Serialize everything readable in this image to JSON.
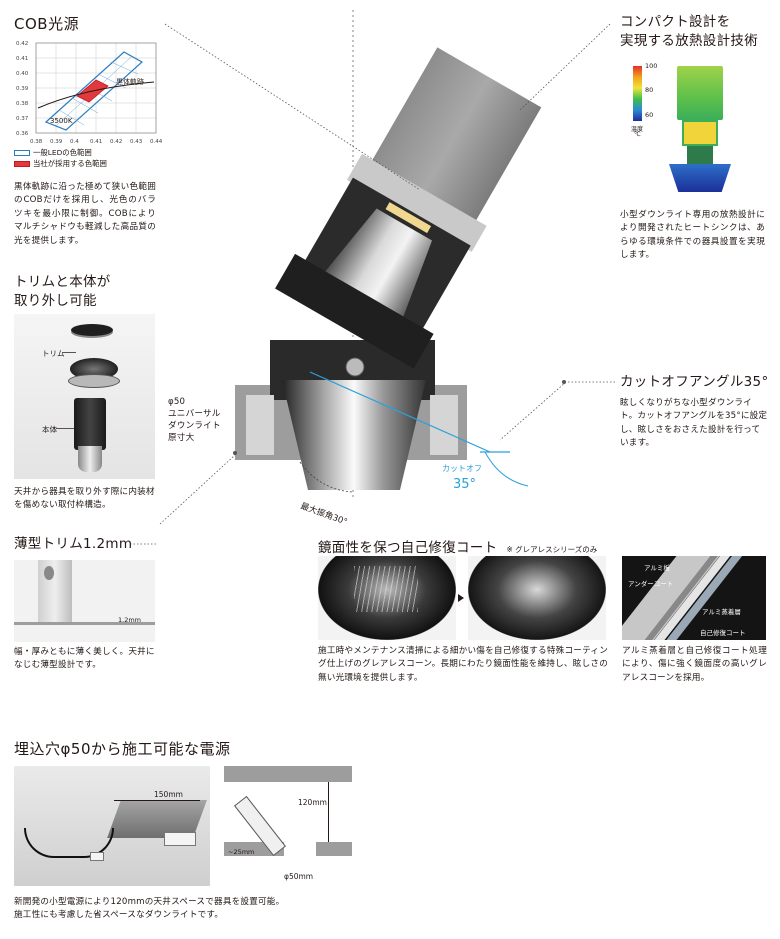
{
  "cob": {
    "title": "COB光源",
    "yaxis": [
      "0.42",
      "0.41",
      "0.40",
      "0.39",
      "0.38",
      "0.37",
      "0.36"
    ],
    "xaxis": [
      "0.38",
      "0.39",
      "0.4",
      "0.41",
      "0.42",
      "0.43",
      "0.44"
    ],
    "blackbody_label": "黒体軌跡",
    "cct_label": "3500K",
    "legend_general": "一般LEDの色範囲",
    "legend_ours": "当社が採用する色範囲",
    "body": "黒体軌跡に沿った極めて狭い色範囲のCOBだけを採用し、光色のバラツキを最小限に制御。COBによりマルチシャドウも軽減した高品質の光を提供します。"
  },
  "heatsink": {
    "title_line1": "コンパクト設計を",
    "title_line2": "実現する放熱設計技術",
    "scale": [
      "100",
      "80",
      "60"
    ],
    "temp_label1": "温度",
    "temp_label2": "℃",
    "body": "小型ダウンライト専用の放熱設計により開発されたヒートシンクは、あらゆる環境条件での器具設置を実現します。"
  },
  "trim_body": {
    "title_line1": "トリムと本体が",
    "title_line2": "取り外し可能",
    "label_trim": "トリム",
    "label_body": "本体",
    "body": "天井から器具を取り外す際に内装材を傷めない取付枠構造。"
  },
  "main_figure": {
    "caption_line1": "φ50",
    "caption_line2": "ユニバーサル",
    "caption_line3": "ダウンライト",
    "caption_line4": "原寸大",
    "max_tilt": "最大振角30°",
    "cutoff_label": "カットオフ",
    "cutoff_value": "35°"
  },
  "cutoff": {
    "title": "カットオフアングル35°",
    "body": "眩しくなりがちな小型ダウンライト。カットオフアングルを35°に設定し、眩しさをおさえた設計を行っています。"
  },
  "thin_trim": {
    "title": "薄型トリム1.2mm",
    "dim": "1.2mm",
    "body": "幅・厚みともに薄く美しく。天井になじむ薄型設計です。"
  },
  "coat": {
    "title": "鏡面性を保つ自己修復コート",
    "note": "※ グレアレスシリーズのみ",
    "body": "施工時やメンテナンス清掃による細かい傷を自己修復する特殊コーティング仕上げのグレアレスコーン。長期にわたり鏡面性能を維持し、眩しさの無い光環境を提供します。",
    "layers": [
      "アルミ板",
      "アンダーコート",
      "アルミ蒸着層",
      "自己修復コート"
    ],
    "layer_body": "アルミ蒸着層と自己修復コート処理により、傷に強く鏡面度の高いグレアレスコーンを採用。"
  },
  "power": {
    "title": "埋込穴φ50から施工可能な電源",
    "dim_width": "150mm",
    "dim_height": "120mm",
    "dim_depth": "~25mm",
    "dim_hole": "φ50mm",
    "body_line1": "新開発の小型電源により120mmの天井スペースで器具を設置可能。",
    "body_line2": "施工性にも考慮した省スペースなダウンライトです。"
  }
}
